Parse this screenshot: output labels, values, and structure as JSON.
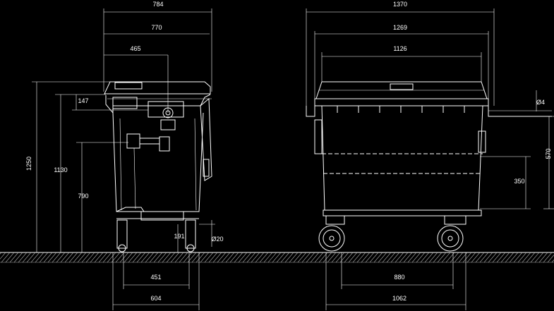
{
  "drawing": {
    "background": "#000000",
    "line_color": "#ffffff",
    "side_view": {
      "dims": {
        "overall_width": "784",
        "body_width": "770",
        "handle_offset": "465",
        "total_height": "1250",
        "lid_height": "1130",
        "pedal_height": "790",
        "rim_dim": "147",
        "wheel_clearance": "191",
        "wheel_diameter": "Ø20",
        "wheel_base_inner": "451",
        "wheel_base_outer": "604"
      }
    },
    "front_view": {
      "dims": {
        "overall_width": "1370",
        "body_width": "1269",
        "lid_width": "1126",
        "trunnion_height": "350",
        "pin_diameter": "Ø4",
        "right_height": "570",
        "wheel_base_inner": "880",
        "wheel_base_outer": "1062"
      }
    }
  }
}
